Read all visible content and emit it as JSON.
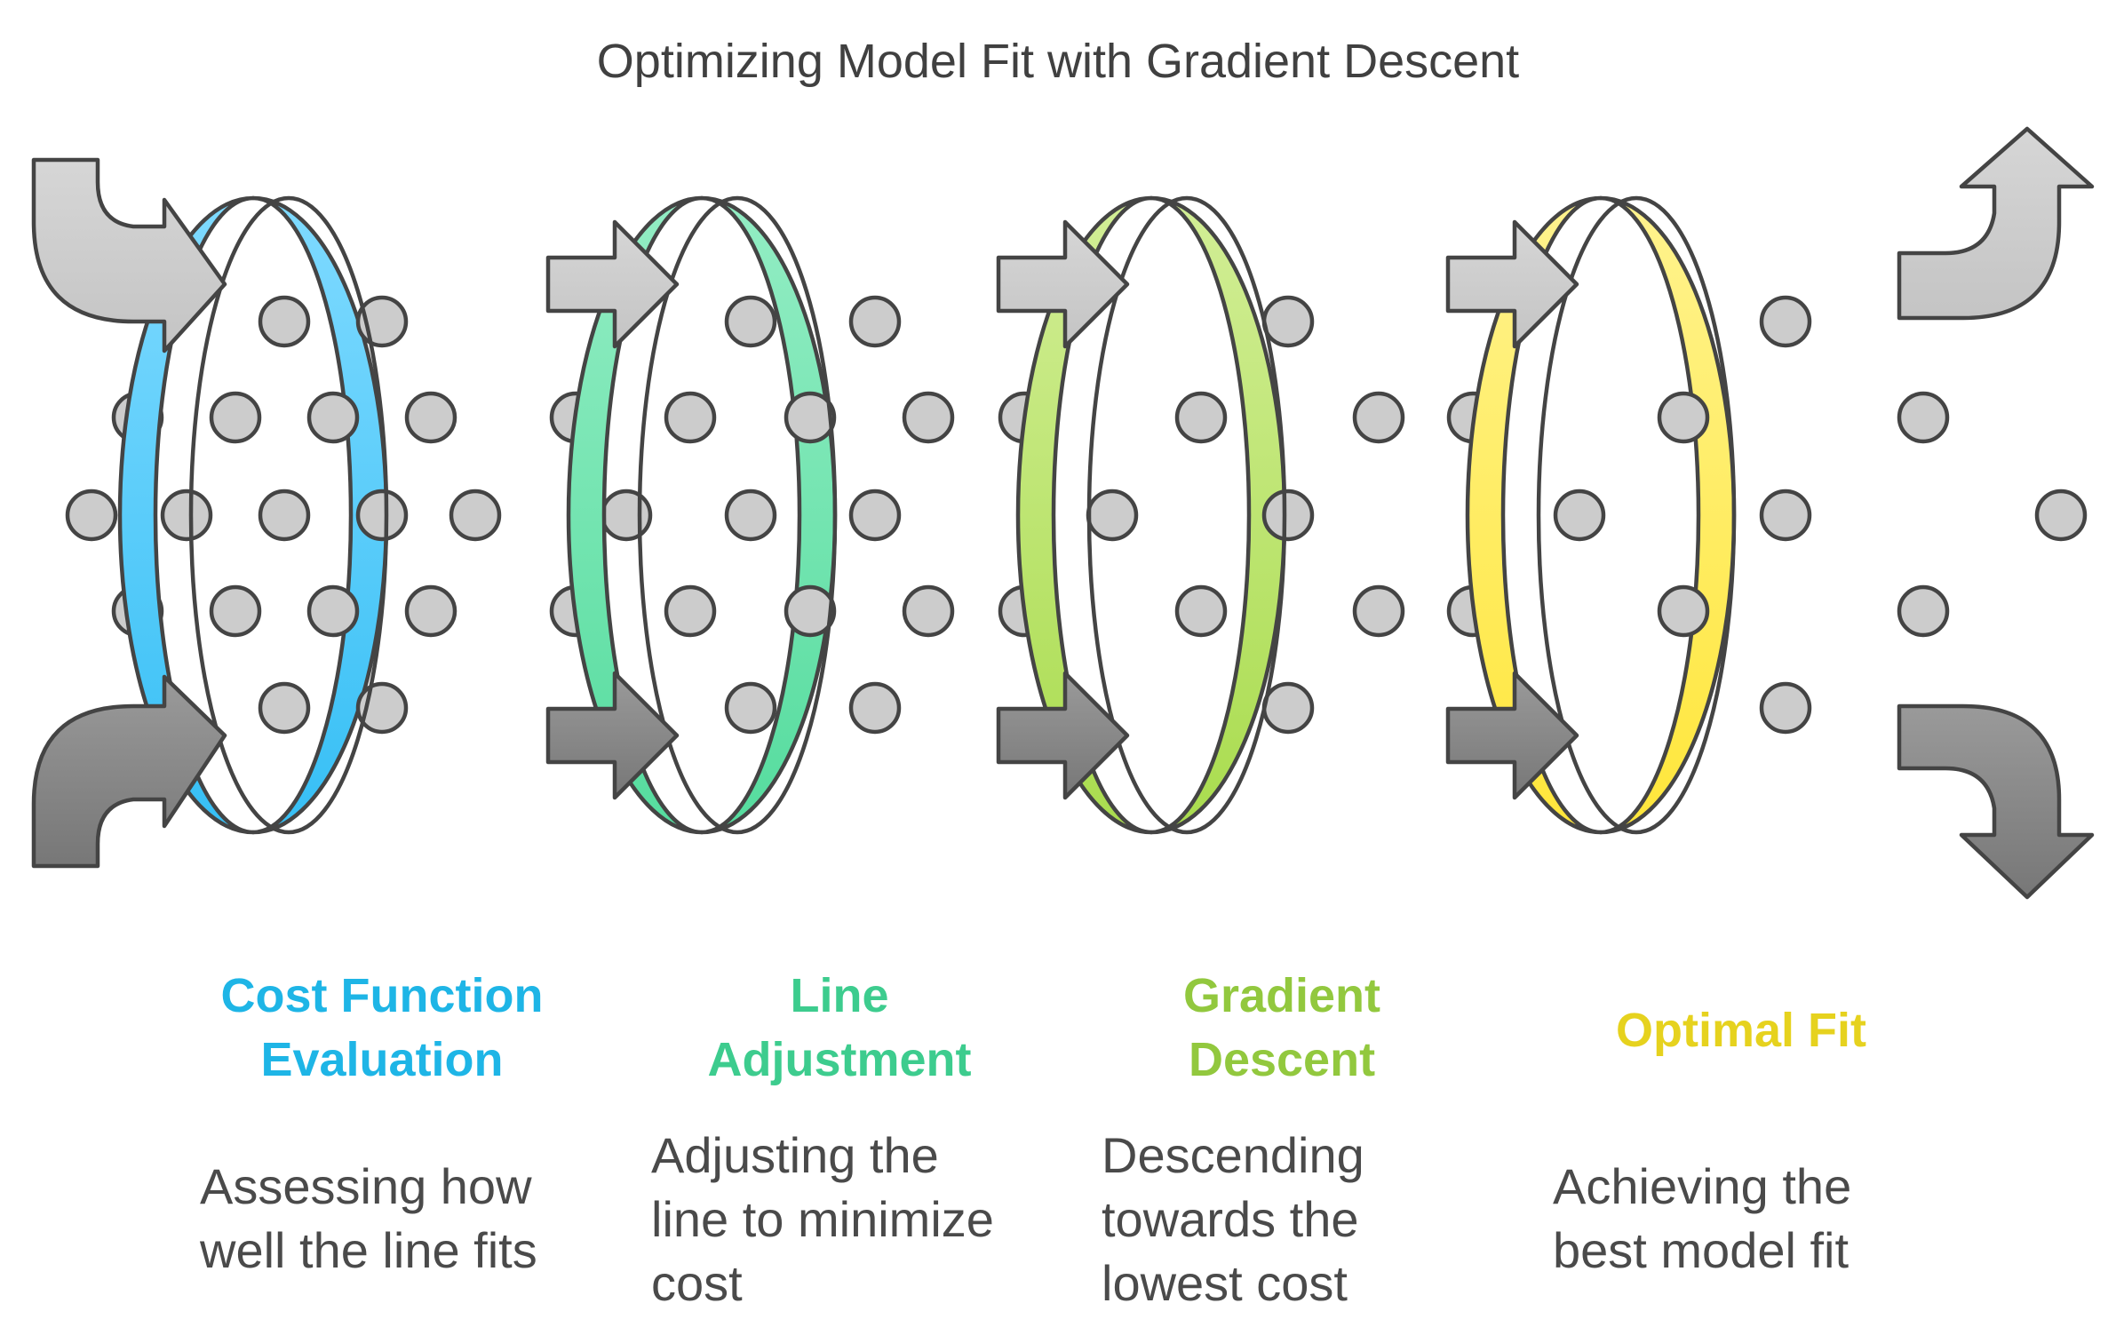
{
  "title": "Optimizing Model Fit with Gradient Descent",
  "colors": {
    "stage1": "#1EB5E6",
    "stage2": "#3DCC8E",
    "stage3": "#92C83E",
    "stage4": "#E6D21E",
    "arrow_light": "#CFCFCF",
    "arrow_dark": "#8A8A8A",
    "dot": "#CCCCCC",
    "outline": "#444444"
  },
  "stages": [
    {
      "title_lines": [
        "Cost Function",
        "Evaluation"
      ],
      "desc_lines": [
        "Assessing how",
        "well the line fits"
      ],
      "color": "#1EB5E6"
    },
    {
      "title_lines": [
        "Line",
        "Adjustment"
      ],
      "desc_lines": [
        "Adjusting the",
        "line to minimize",
        "cost"
      ],
      "color": "#3DCC8E"
    },
    {
      "title_lines": [
        "Gradient",
        "Descent"
      ],
      "desc_lines": [
        "Descending",
        "towards the",
        "lowest cost"
      ],
      "color": "#92C83E"
    },
    {
      "title_lines": [
        "Optimal Fit"
      ],
      "desc_lines": [
        "Achieving the",
        "best model fit"
      ],
      "color": "#E6D21E"
    }
  ]
}
